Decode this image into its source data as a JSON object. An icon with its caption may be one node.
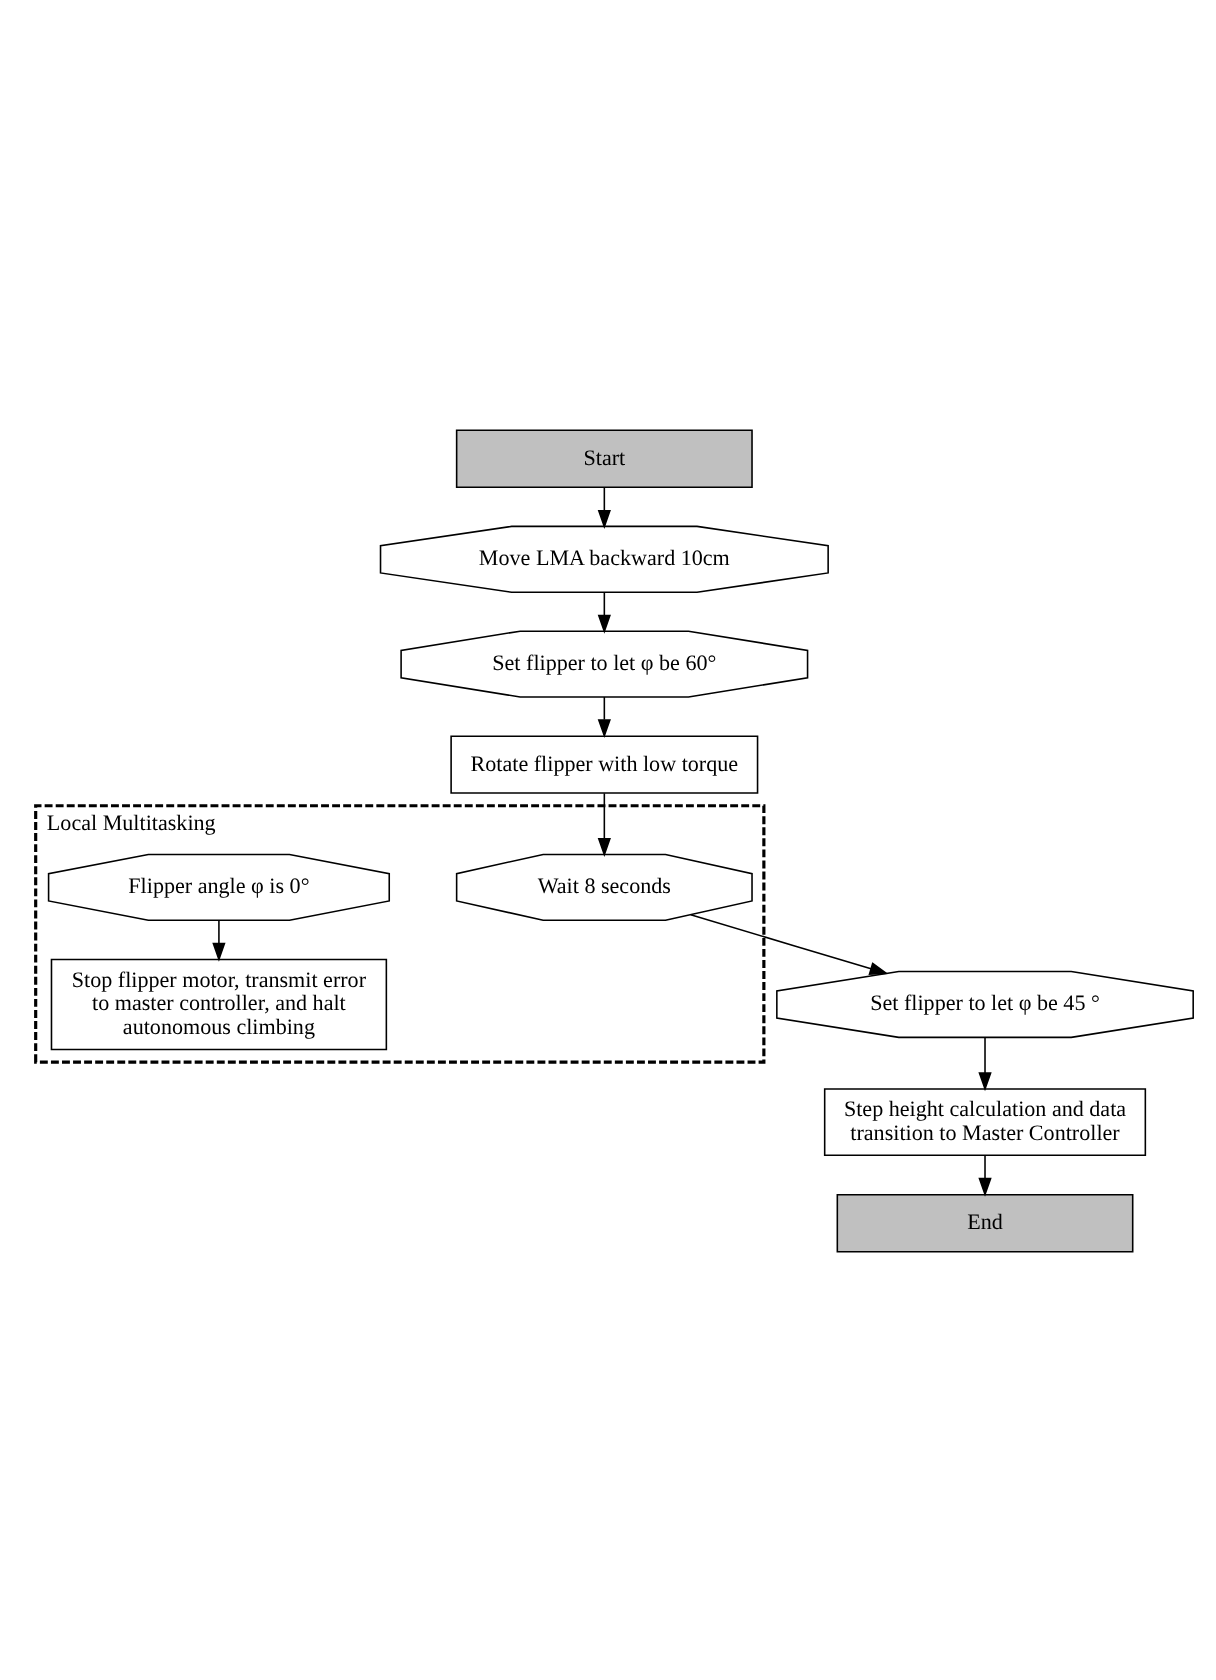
{
  "diagram": {
    "nodes": [
      {
        "text": [
          "Start"
        ]
      },
      {
        "text": [
          "Move LMA backward 10cm"
        ]
      },
      {
        "text": [
          "Set flipper to let φ be 60°"
        ]
      },
      {
        "text": [
          "Rotate flipper with low torque"
        ]
      },
      {
        "text": [
          "Local Multitasking"
        ]
      },
      {
        "text": [
          "Wait 8 seconds"
        ],
        "in": 4
      },
      {
        "text": [
          "Flipper angle φ is 0°"
        ],
        "in": 4
      },
      {
        "text": [
          "Stop flipper motor, transmit error to master controller, and halt autonomous climbing"
        ],
        "in": 4
      },
      {
        "text": [
          "Set flipper to let φ be 45 °"
        ]
      },
      {
        "text": [
          "Step height calculation and data transition to Master Controller"
        ]
      },
      {
        "text": [
          "End"
        ]
      }
    ],
    "edges": [
      {
        "from": 0,
        "to": 1,
        "arrow": "to"
      },
      {
        "from": 1,
        "to": 2,
        "arrow": "to"
      },
      {
        "from": 2,
        "to": 3,
        "arrow": "to"
      },
      {
        "from": 3,
        "to": 5,
        "arrow": "to"
      },
      {
        "from": 6,
        "to": 7,
        "arrow": "to"
      },
      {
        "from": 5,
        "to": 8,
        "arrow": "to"
      },
      {
        "from": 8,
        "to": 9,
        "arrow": "to"
      },
      {
        "from": 9,
        "to": 10,
        "arrow": "to"
      }
    ]
  }
}
